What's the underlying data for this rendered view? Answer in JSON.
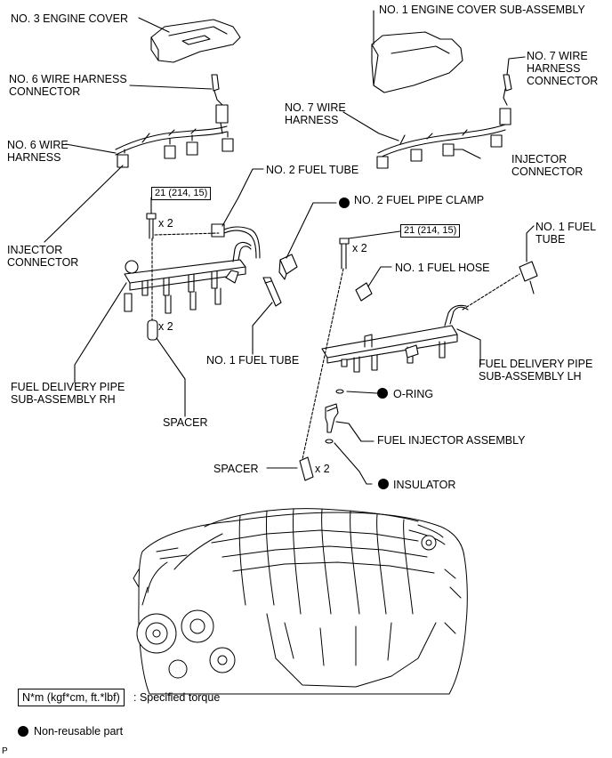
{
  "labels": {
    "no3_engine_cover": "NO. 3 ENGINE COVER",
    "no1_engine_cover_sub": "NO. 1 ENGINE COVER SUB-ASSEMBLY",
    "no6_wire_harness_connector": [
      "NO. 6 WIRE HARNESS",
      "CONNECTOR"
    ],
    "no7_wire_harness_connector": [
      "NO. 7 WIRE",
      "HARNESS",
      "CONNECTOR"
    ],
    "no7_wire_harness": [
      "NO. 7 WIRE",
      "HARNESS"
    ],
    "no6_wire_harness": [
      "NO. 6 WIRE",
      "HARNESS"
    ],
    "injector_connector_right": [
      "INJECTOR",
      "CONNECTOR"
    ],
    "no2_fuel_tube": "NO. 2 FUEL TUBE",
    "no2_fuel_pipe_clamp": "NO. 2 FUEL PIPE CLAMP",
    "torque_rh": "21 (214, 15)",
    "torque_lh": "21 (214, 15)",
    "x2_bolt_rh": "x 2",
    "x2_bolt_lh": "x 2",
    "x2_spacer_rh": "x 2",
    "x2_spacer_lh": "x 2",
    "no1_fuel_tube_right": [
      "NO. 1 FUEL",
      "TUBE"
    ],
    "injector_connector_left": [
      "INJECTOR",
      "CONNECTOR"
    ],
    "no1_fuel_hose": "NO. 1 FUEL HOSE",
    "no1_fuel_tube_center": "NO. 1 FUEL TUBE",
    "fuel_delivery_pipe_lh": [
      "FUEL DELIVERY PIPE",
      "SUB-ASSEMBLY LH"
    ],
    "fuel_delivery_pipe_rh": [
      "FUEL DELIVERY PIPE",
      "SUB-ASSEMBLY RH"
    ],
    "o_ring": "O-RING",
    "fuel_injector_assembly": "FUEL INJECTOR ASSEMBLY",
    "spacer_rh": "SPACER",
    "spacer_lh": "SPACER",
    "insulator": "INSULATOR"
  },
  "legend": {
    "torque_unit": "N*m (kgf*cm, ft.*lbf)",
    "torque_desc": ": Specified torque",
    "nonreusable_desc": "Non-reusable part"
  },
  "corner_mark": "P"
}
